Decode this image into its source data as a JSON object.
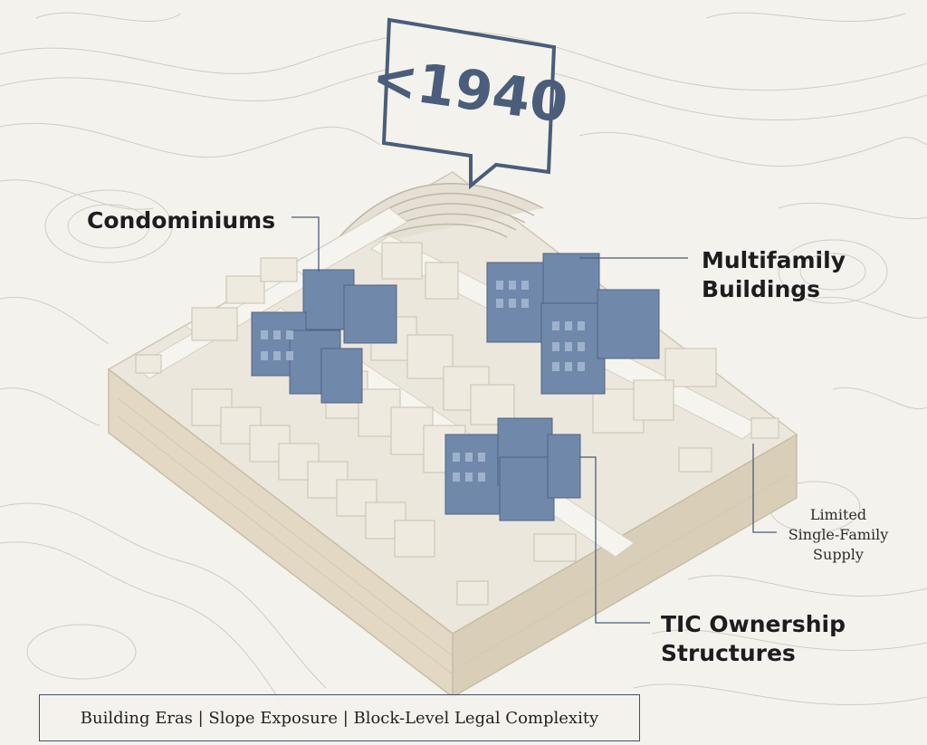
{
  "badge": {
    "text": "<1940"
  },
  "labels": {
    "condominiums": "Condominiums",
    "multifamily_line1": "Multifamily",
    "multifamily_line2": "Buildings",
    "tic_line1": "TIC Ownership",
    "tic_line2": "Structures",
    "limited_line1": "Limited",
    "limited_line2": "Single-Family",
    "limited_line3": "Supply"
  },
  "footer": {
    "text": "Building Eras | Slope Exposure | Block-Level Legal Complexity"
  },
  "colors": {
    "background": "#f4f2ec",
    "accent_blue": "#6e86a8",
    "badge_ink": "#4a5d7a",
    "model_base": "#e9e2d4",
    "building_cream": "#eee9df"
  }
}
